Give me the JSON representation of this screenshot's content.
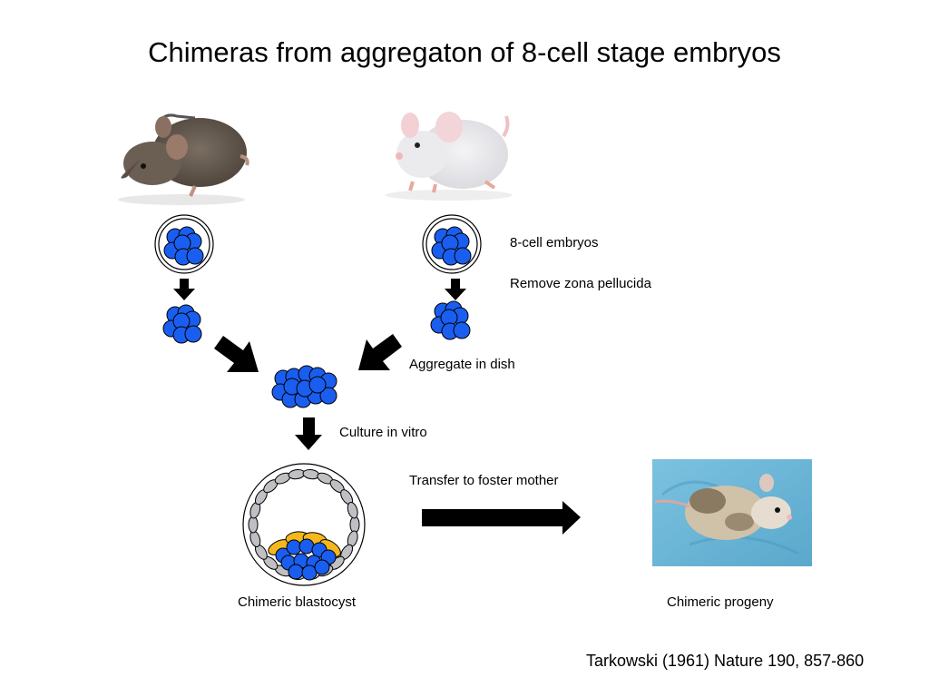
{
  "title": "Chimeras from aggregaton of 8-cell stage embryos",
  "labels": {
    "eight_cell": "8-cell embryos",
    "remove_zona": "Remove zona pellucida",
    "aggregate": "Aggregate in dish",
    "culture": "Culture in vitro",
    "transfer": "Transfer to foster mother",
    "blastocyst": "Chimeric blastocyst",
    "progeny": "Chimeric progeny"
  },
  "citation": "Tarkowski (1961) Nature 190, 857-860",
  "images": {
    "left_mouse": "brown agouti mouse",
    "right_mouse": "white albino mouse",
    "progeny_mouse": "chimeric mouse on blue cloth"
  },
  "colors": {
    "cell_blue": "#1a5ef0",
    "trophectoderm_gray": "#c0c0c4",
    "primitive_endoderm_yellow": "#f5b81c",
    "arrow": "#000000",
    "cloth_blue": "#6bb8d8"
  }
}
